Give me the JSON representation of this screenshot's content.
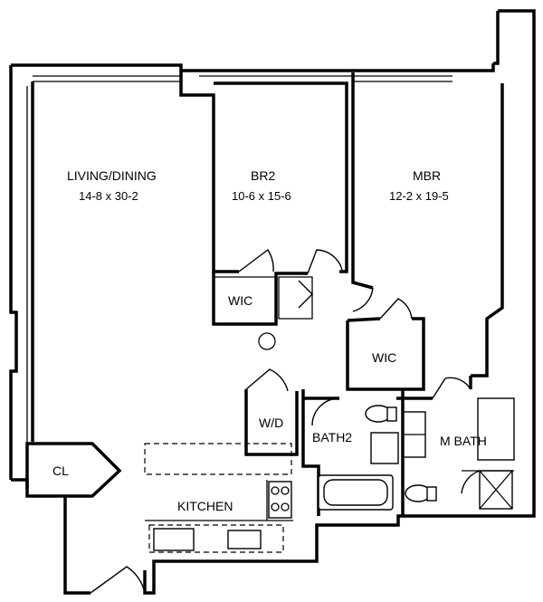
{
  "rooms": {
    "living_dining": {
      "name": "LIVING/DINING",
      "dims": "14-8 x 30-2"
    },
    "br2": {
      "name": "BR2",
      "dims": "10-6 x 15-6"
    },
    "mbr": {
      "name": "MBR",
      "dims": "12-2 x 19-5"
    },
    "wic_br2": {
      "name": "WIC"
    },
    "wic_mbr": {
      "name": "WIC"
    },
    "wd": {
      "name": "W/D"
    },
    "bath2": {
      "name": "BATH2"
    },
    "m_bath": {
      "name": "M BATH"
    },
    "kitchen": {
      "name": "KITCHEN"
    },
    "closet": {
      "name": "CL"
    }
  }
}
